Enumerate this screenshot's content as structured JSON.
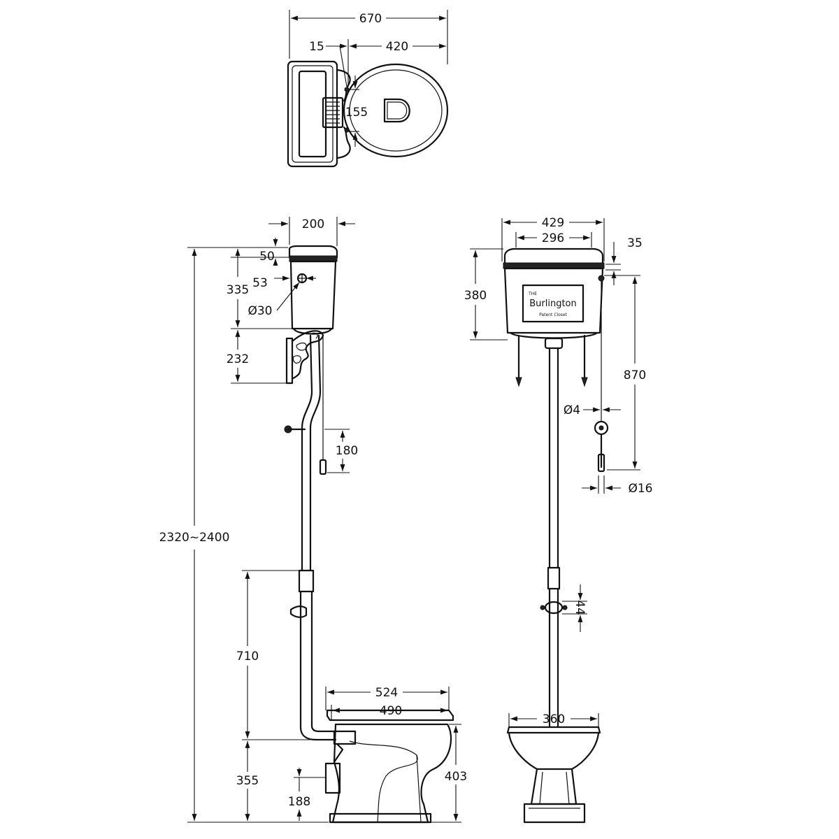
{
  "dimensions": {
    "top_width": "670",
    "top_offset": "15",
    "top_bowl": "420",
    "top_center": "155",
    "side_cistern_width": "200",
    "side_lid": "50",
    "side_cistern_height": "335",
    "side_inlet": "53",
    "side_inlet_dia": "Ø30",
    "side_bracket": "232",
    "side_total": "2320~2400",
    "side_chain_handle": "180",
    "side_pipe": "710",
    "side_pan_width": "524",
    "side_pan_inner": "490",
    "side_outlet_height": "355",
    "side_outlet_low": "188",
    "side_pan_height": "403",
    "front_cistern_width": "429",
    "front_lid_width": "296",
    "front_lid_offset": "35",
    "front_cistern_height": "380",
    "front_chain": "870",
    "front_chain_dia": "Ø4",
    "front_handle_dia": "Ø16",
    "front_bracket": "44",
    "front_pan_width": "360"
  },
  "brand": {
    "prefix": "THE",
    "name": "Burlington",
    "tagline": "Patent Closet"
  }
}
